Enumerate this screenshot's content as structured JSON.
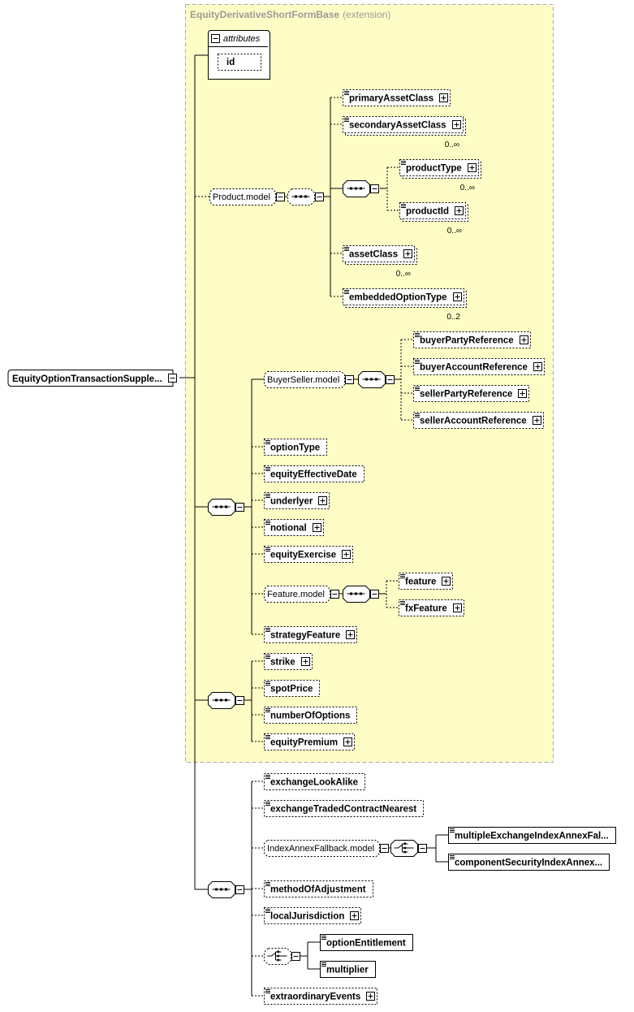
{
  "extension": {
    "name": "EquityDerivativeShortFormBase",
    "suffix": "(extension)"
  },
  "root": {
    "label": "EquityOptionTransactionSupple..."
  },
  "attributes": {
    "label": "attributes",
    "items": [
      "id"
    ]
  },
  "occurrences": {
    "zero_many": "0..∞",
    "zero_two": "0..2"
  },
  "models": {
    "product": "Product.model",
    "buyer_seller": "BuyerSeller.model",
    "feature": "Feature.model",
    "index_annex_fallback": "IndexAnnexFallback.model"
  },
  "elements": {
    "primary_asset_class": "primaryAssetClass",
    "secondary_asset_class": "secondaryAssetClass",
    "product_type": "productType",
    "product_id": "productId",
    "asset_class": "assetClass",
    "embedded_option_type": "embeddedOptionType",
    "buyer_party_reference": "buyerPartyReference",
    "buyer_account_reference": "buyerAccountReference",
    "seller_party_reference": "sellerPartyReference",
    "seller_account_reference": "sellerAccountReference",
    "option_type": "optionType",
    "equity_effective_date": "equityEffectiveDate",
    "underlyer": "underlyer",
    "notional": "notional",
    "equity_exercise": "equityExercise",
    "feature": "feature",
    "fx_feature": "fxFeature",
    "strategy_feature": "strategyFeature",
    "strike": "strike",
    "spot_price": "spotPrice",
    "number_of_options": "numberOfOptions",
    "equity_premium": "equityPremium",
    "exchange_look_alike": "exchangeLookAlike",
    "exchange_traded_contract_nearest": "exchangeTradedContractNearest",
    "multiple_exchange_index_annex_fallback": "multipleExchangeIndexAnnexFal...",
    "component_security_index_annex": "componentSecurityIndexAnnex...",
    "method_of_adjustment": "methodOfAdjustment",
    "local_jurisdiction": "localJurisdiction",
    "option_entitlement": "optionEntitlement",
    "multiplier": "multiplier",
    "extraordinary_events": "extraordinaryEvents"
  },
  "colors": {
    "extension_bg": "#fffdc6",
    "extension_border": "#a8a8a8",
    "line": "#000000",
    "box_bg": "#ffffff"
  }
}
